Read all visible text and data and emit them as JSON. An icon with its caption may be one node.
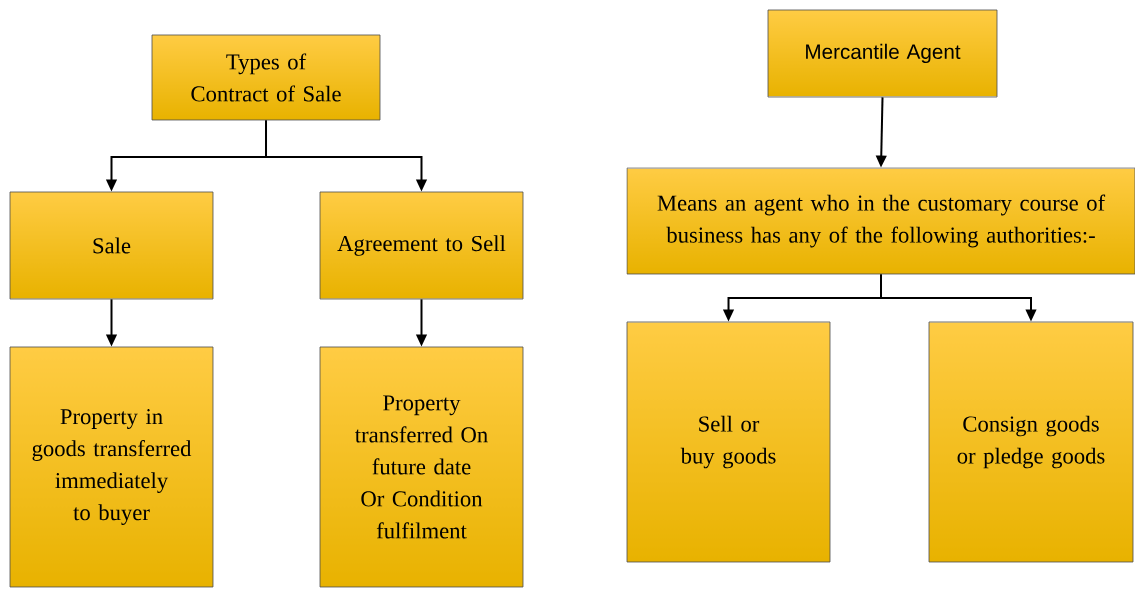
{
  "diagram": {
    "nodes": [
      {
        "text": [
          "Types of Contract of Sale"
        ]
      },
      {
        "text": [
          "Sale"
        ]
      },
      {
        "text": [
          "Agreement to Sell"
        ]
      },
      {
        "text": [
          "Property in goods transferred immediately to buyer"
        ]
      },
      {
        "text": [
          "Property transferred On future date Or Condition fulfilment"
        ]
      },
      {
        "text": [
          "Mercantile Agent"
        ]
      },
      {
        "text": [
          "Means an agent who in the customary course of business has any of the following authorities:-"
        ]
      },
      {
        "text": [
          "Sell or buy goods"
        ]
      },
      {
        "text": [
          "Consign goods or pledge goods"
        ]
      }
    ],
    "edges": [
      {
        "from": 0,
        "to": 1,
        "arrow": "to"
      },
      {
        "from": 0,
        "to": 2,
        "arrow": "to"
      },
      {
        "from": 1,
        "to": 3,
        "arrow": "to"
      },
      {
        "from": 2,
        "to": 4,
        "arrow": "to"
      },
      {
        "from": 5,
        "to": 6,
        "arrow": "to"
      },
      {
        "from": 6,
        "to": 7,
        "arrow": "to"
      },
      {
        "from": 6,
        "to": 8,
        "arrow": "to"
      }
    ]
  }
}
